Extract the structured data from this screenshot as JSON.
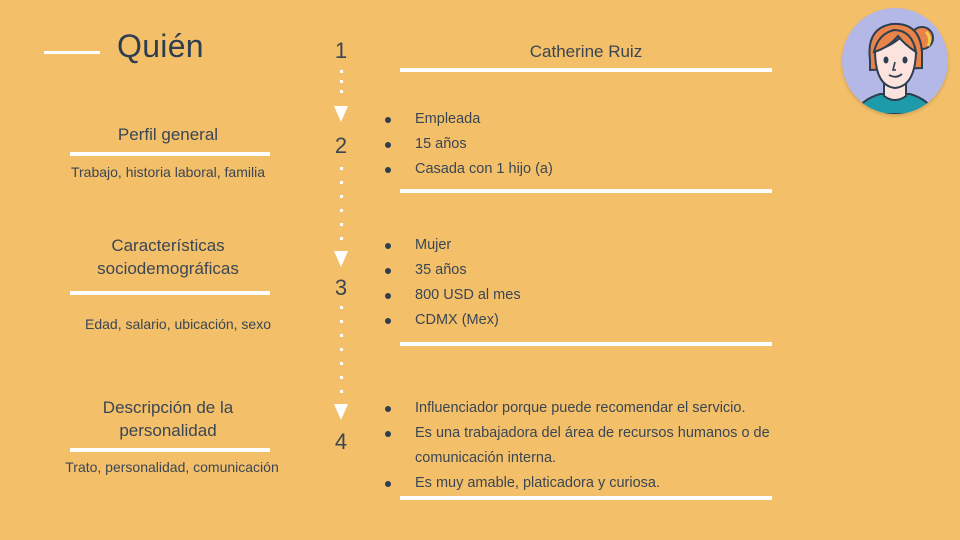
{
  "header": {
    "title": "Quién",
    "persona_name": "Catherine Ruiz"
  },
  "sections": [
    {
      "step": "1",
      "heading": "",
      "subtitle": "",
      "items": []
    },
    {
      "step": "2",
      "heading": "Perfil general",
      "subtitle": "Trabajo, historia laboral, familia",
      "items": [
        "Empleada",
        "15 años",
        "Casada con 1 hijo (a)"
      ]
    },
    {
      "step": "3",
      "heading_line1": "Características",
      "heading_line2": "sociodemográficas",
      "subtitle": "Edad, salario, ubicación, sexo",
      "items": [
        "Mujer",
        "35 años",
        "800 USD al mes",
        "CDMX (Mex)"
      ]
    },
    {
      "step": "4",
      "heading_line1": "Descripción de la",
      "heading_line2": "personalidad",
      "subtitle": "Trato, personalidad, comunicación",
      "items": [
        "Influenciador porque puede recomendar el servicio.",
        "Es una trabajadora del área de recursos humanos o de comunicación interna.",
        "Es muy amable, platicadora y curiosa."
      ]
    }
  ],
  "avatar": {
    "icon": "woman-avatar-icon",
    "hair_color": "#E8834A",
    "background_color": "#B4B8E6",
    "shirt_color": "#1E9BA8"
  },
  "colors": {
    "background": "#F3BF69",
    "text": "#34495E",
    "accent_lines": "#FFFFFF"
  }
}
